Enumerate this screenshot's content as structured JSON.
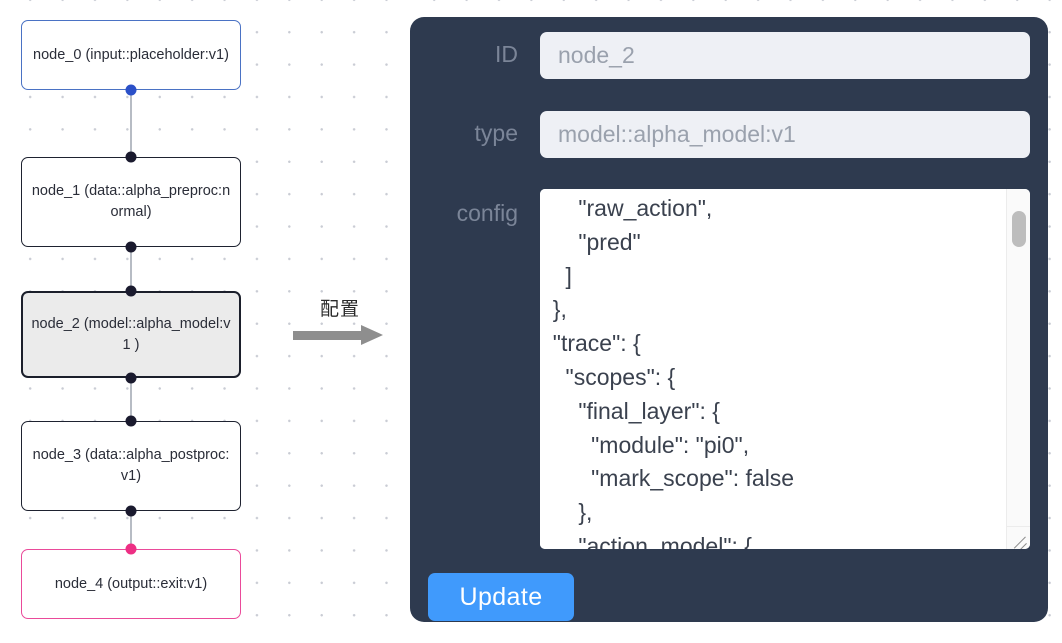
{
  "graph": {
    "nodes": [
      {
        "id": "node_0",
        "type": "(input::placeholder:v1)",
        "label": "node_0\n(input::placeholder:v1)",
        "kind": "input",
        "selected": false
      },
      {
        "id": "node_1",
        "type": "(data::alpha_preproc:normal)",
        "label": "node_1\n(data::alpha_preproc:n\normal)",
        "kind": "data",
        "selected": false
      },
      {
        "id": "node_2",
        "type": "(model::alpha_model:v1)",
        "label": "node_2\n(model::alpha_model:v1\n)",
        "kind": "model",
        "selected": true
      },
      {
        "id": "node_3",
        "type": "(data::alpha_postproc:v1)",
        "label": "node_3\n(data::alpha_postproc:\nv1)",
        "kind": "data",
        "selected": false
      },
      {
        "id": "node_4",
        "type": "(output::exit:v1)",
        "label": "node_4\n(output::exit:v1)",
        "kind": "output",
        "selected": false
      }
    ],
    "edges": [
      {
        "from": "node_0",
        "to": "node_1"
      },
      {
        "from": "node_1",
        "to": "node_2"
      },
      {
        "from": "node_2",
        "to": "node_3"
      },
      {
        "from": "node_3",
        "to": "node_4"
      }
    ]
  },
  "annotation": {
    "label": "配置",
    "arrow": "right-arrow"
  },
  "panel": {
    "id_label": "ID",
    "id_value": "node_2",
    "type_label": "type",
    "type_value": "model::alpha_model:v1",
    "config_label": "config",
    "config_value": "      \"raw_action\",\n      \"pred\"\n    ]\n  },\n  \"trace\": {\n    \"scopes\": {\n      \"final_layer\": {\n        \"module\": \"pi0\",\n        \"mark_scope\": false\n      },\n      \"action_model\": {",
    "update_label": "Update"
  },
  "colors": {
    "panel_bg": "#2e3a4f",
    "input_bg": "#eef0f5",
    "accent_button": "#409afc",
    "input_node_border": "#4a72c4",
    "output_node_border": "#ea4a9a",
    "selected_node_bg": "#ebebeb",
    "handle": "#1a1a2e",
    "handle_blue": "#2b50c8",
    "handle_pink": "#ed2f84",
    "edge": "#b7bcc4",
    "label_text": "#7b8598",
    "canvas_dot": "#c9ccd4"
  }
}
